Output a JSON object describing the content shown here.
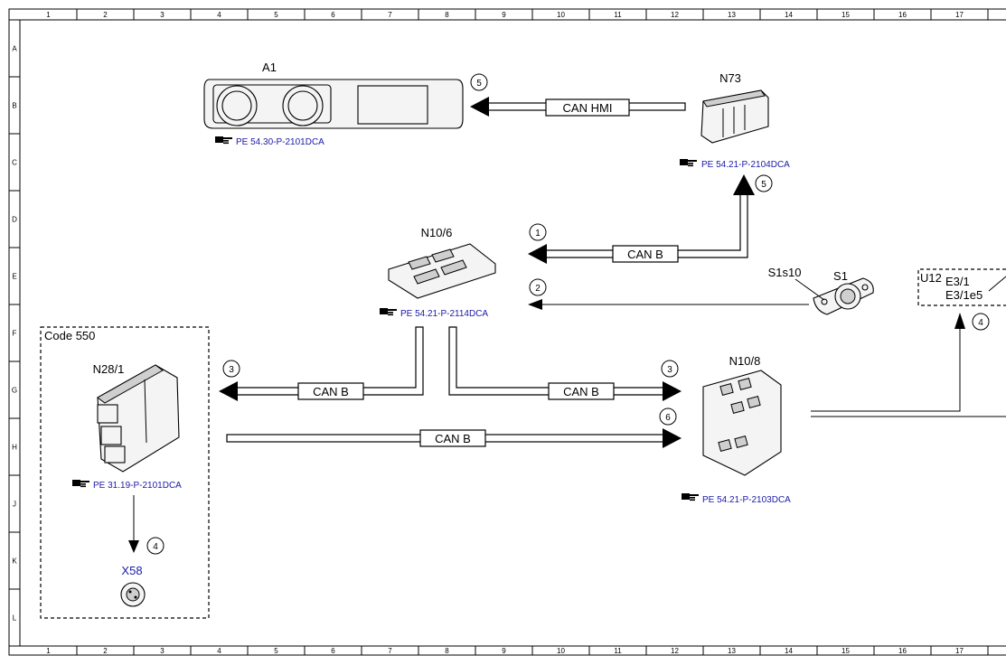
{
  "grid": {
    "columns": [
      "1",
      "2",
      "3",
      "4",
      "5",
      "6",
      "7",
      "8",
      "9",
      "10",
      "11",
      "12",
      "13",
      "14",
      "15",
      "16",
      "17"
    ],
    "rows": [
      "A",
      "B",
      "C",
      "D",
      "E",
      "F",
      "G",
      "H",
      "J",
      "K",
      "L"
    ]
  },
  "components": {
    "a1": "A1",
    "n73": "N73",
    "n10_6": "N10/6",
    "s1": "S1",
    "s1s10": "S1s10",
    "u12": "U12",
    "e3_1": "E3/1",
    "e3_1e5": "E3/1e5",
    "n28_1": "N28/1",
    "n10_8": "N10/8",
    "x58": "X58"
  },
  "code_box": {
    "label": "Code 550"
  },
  "references": {
    "a1_ref": "PE 54.30-P-2101DCA",
    "n73_ref": "PE 54.21-P-2104DCA",
    "n10_6_ref": "PE 54.21-P-2114DCA",
    "n28_1_ref": "PE 31.19-P-2101DCA",
    "n10_8_ref": "PE 54.21-P-2103DCA"
  },
  "buses": {
    "can_hmi": "CAN HMI",
    "can_b_n73": "CAN B",
    "can_b_left": "CAN B",
    "can_b_right": "CAN B",
    "can_b_bottom": "CAN B"
  },
  "callouts": {
    "c5_top": "5",
    "c5_n73": "5",
    "c1": "1",
    "c2": "2",
    "c3_left": "3",
    "c3_right": "3",
    "c6": "6",
    "c4_x58": "4",
    "c4_u12": "4"
  },
  "colors": {
    "reference_text": "#1a1aa8",
    "x58_label": "#1a1aa8",
    "line": "#000000"
  },
  "icons": {
    "reference_marker": "pointing-hand-icon"
  }
}
